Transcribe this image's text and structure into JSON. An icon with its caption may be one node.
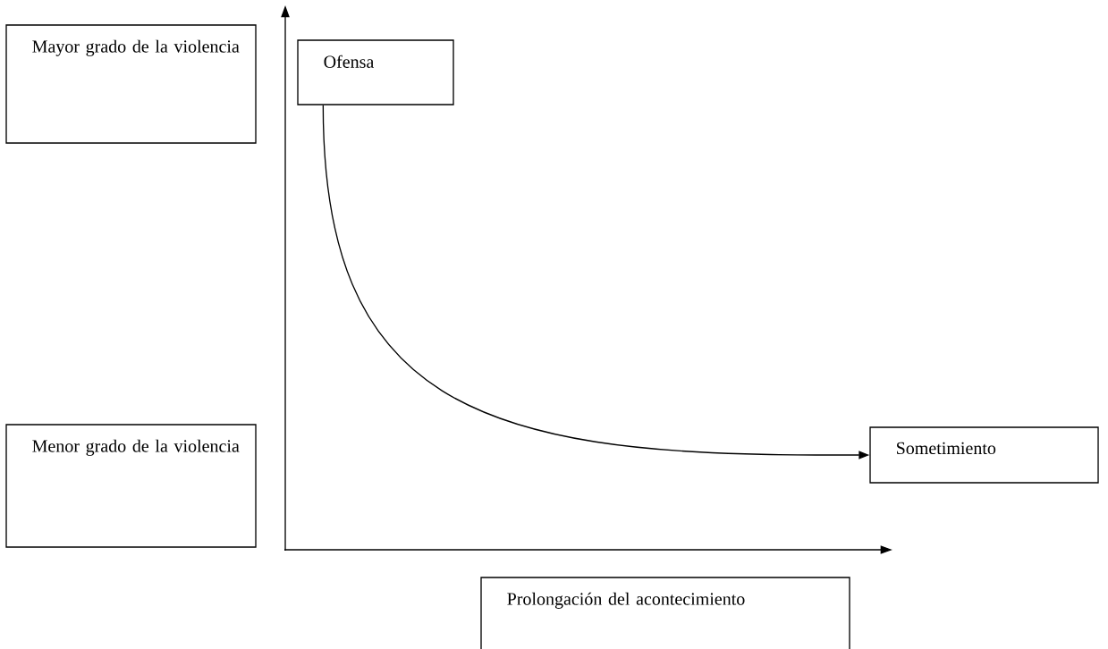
{
  "diagram": {
    "nodes": [
      {
        "text": [
          "Mayor grado de la violencia"
        ]
      },
      {
        "text": [
          "Ofensa"
        ]
      },
      {
        "text": [
          "Menor grado de la violencia"
        ]
      },
      {
        "text": [
          "Sometimiento"
        ]
      },
      {
        "text": [
          "Prolongación del acontecimiento"
        ]
      }
    ],
    "edges": [
      {
        "from": 1,
        "to": 3,
        "arrow": "to"
      }
    ]
  }
}
